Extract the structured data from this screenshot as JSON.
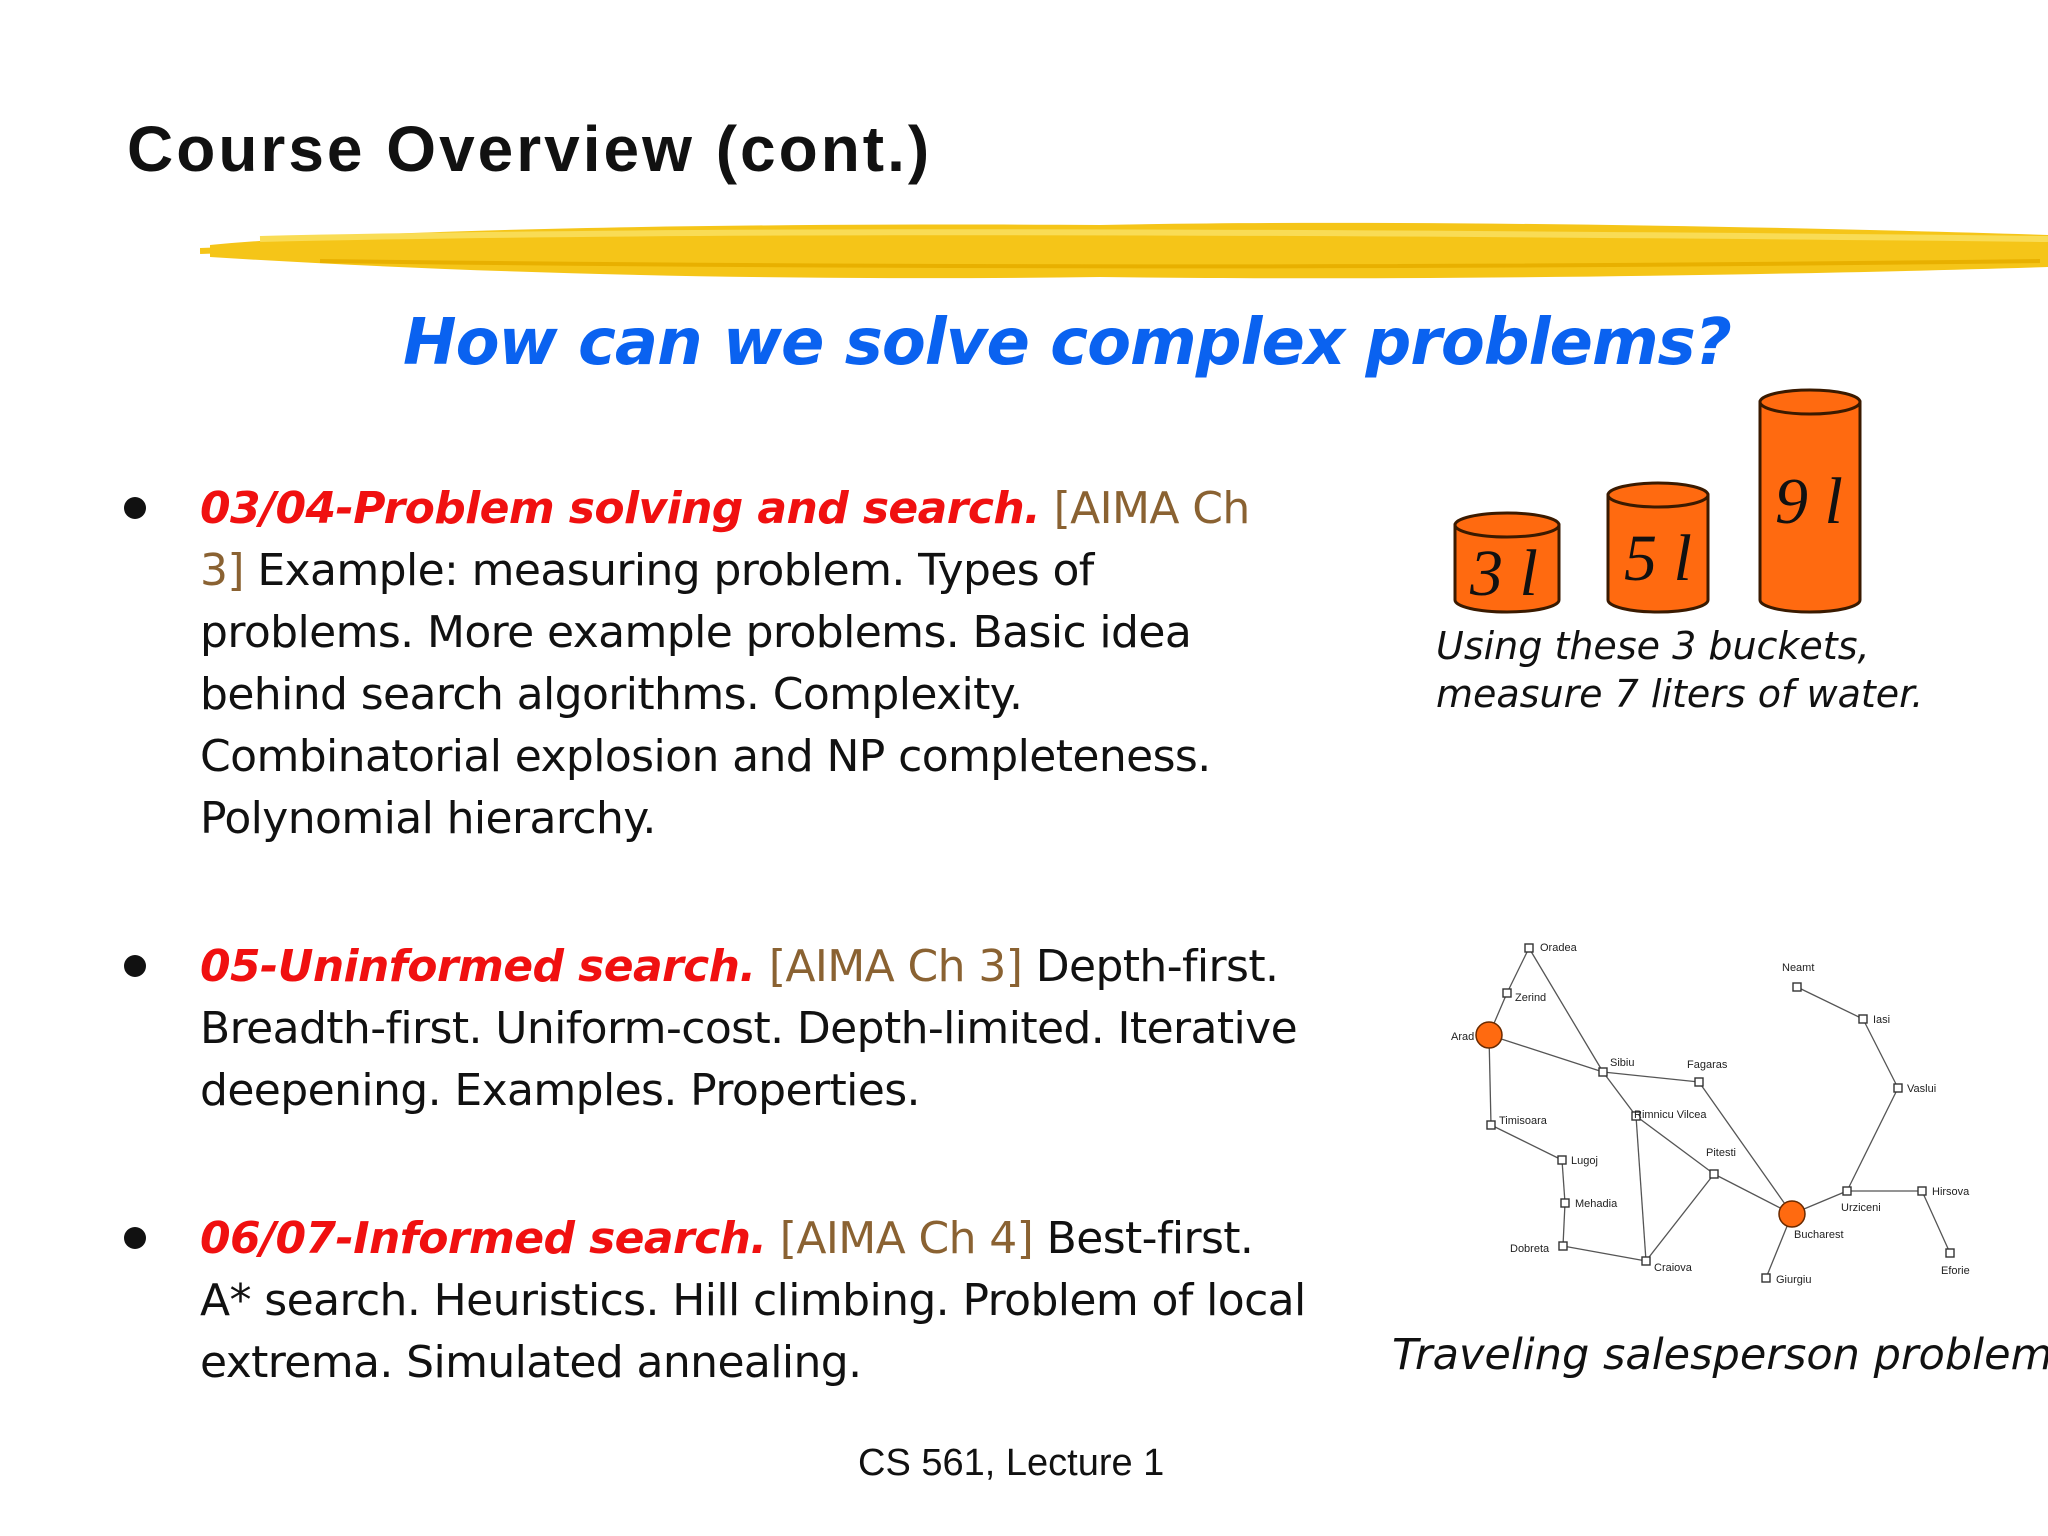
{
  "slide": {
    "title": "Course Overview (cont.)",
    "question": "How can we solve complex problems?",
    "footer": "CS 561,  Lecture 1"
  },
  "bullets": [
    {
      "heading": "03/04-Problem solving and search.",
      "ref": "[AIMA Ch 3]",
      "lines": [
        [
          "heading",
          "ref1"
        ],
        [
          "ref2",
          " Example: measuring problem. Types of"
        ],
        [
          "problems. More example problems. Basic idea"
        ],
        [
          "behind search algorithms. Complexity."
        ],
        [
          "Combinatorial explosion and NP completeness."
        ],
        [
          "Polynomial hierarchy."
        ]
      ],
      "ref_line1": "[AIMA Ch",
      "ref_line2": "3]",
      "text_line2": " Example: measuring problem. Types of",
      "text_line3": "problems. More example problems. Basic idea",
      "text_line4": "behind search algorithms. Complexity.",
      "text_line5": "Combinatorial explosion and NP completeness.",
      "text_line6": "Polynomial hierarchy."
    },
    {
      "heading": "05-Uninformed search.",
      "ref": "[AIMA Ch 3]",
      "text_line1": " Depth-first.",
      "text_line2": "Breadth-first. Uniform-cost. Depth-limited. Iterative",
      "text_line3": "deepening. Examples. Properties."
    },
    {
      "heading": "06/07-Informed search.",
      "ref": "[AIMA Ch 4]",
      "text_line1": " Best-first.",
      "text_line2": "A* search. Heuristics. Hill climbing. Problem of local",
      "text_line3": "extrema. Simulated annealing."
    }
  ],
  "buckets_figure": {
    "buckets": [
      {
        "label": "3 l"
      },
      {
        "label": "5 l"
      },
      {
        "label": "9 l"
      }
    ],
    "caption_line1": "Using these 3 buckets,",
    "caption_line2": "measure 7 liters of water.",
    "bucket_color": "#ff6a10"
  },
  "map_figure": {
    "caption": "Traveling salesperson problem",
    "highlight_color": "#ff6a10",
    "cities": [
      "Oradea",
      "Zerind",
      "Arad",
      "Sibiu",
      "Fagaras",
      "Timisoara",
      "Rimnicu Vilcea",
      "Lugoj",
      "Pitesti",
      "Mehadia",
      "Dobreta",
      "Craiova",
      "Bucharest",
      "Giurgiu",
      "Urziceni",
      "Hirsova",
      "Eforie",
      "Vaslui",
      "Iasi",
      "Neamt"
    ]
  },
  "colors": {
    "heading_red": "#f01010",
    "ref_brown": "#8a6232",
    "question_blue": "#0a62f0",
    "brush_yellow": "#f5c518"
  }
}
